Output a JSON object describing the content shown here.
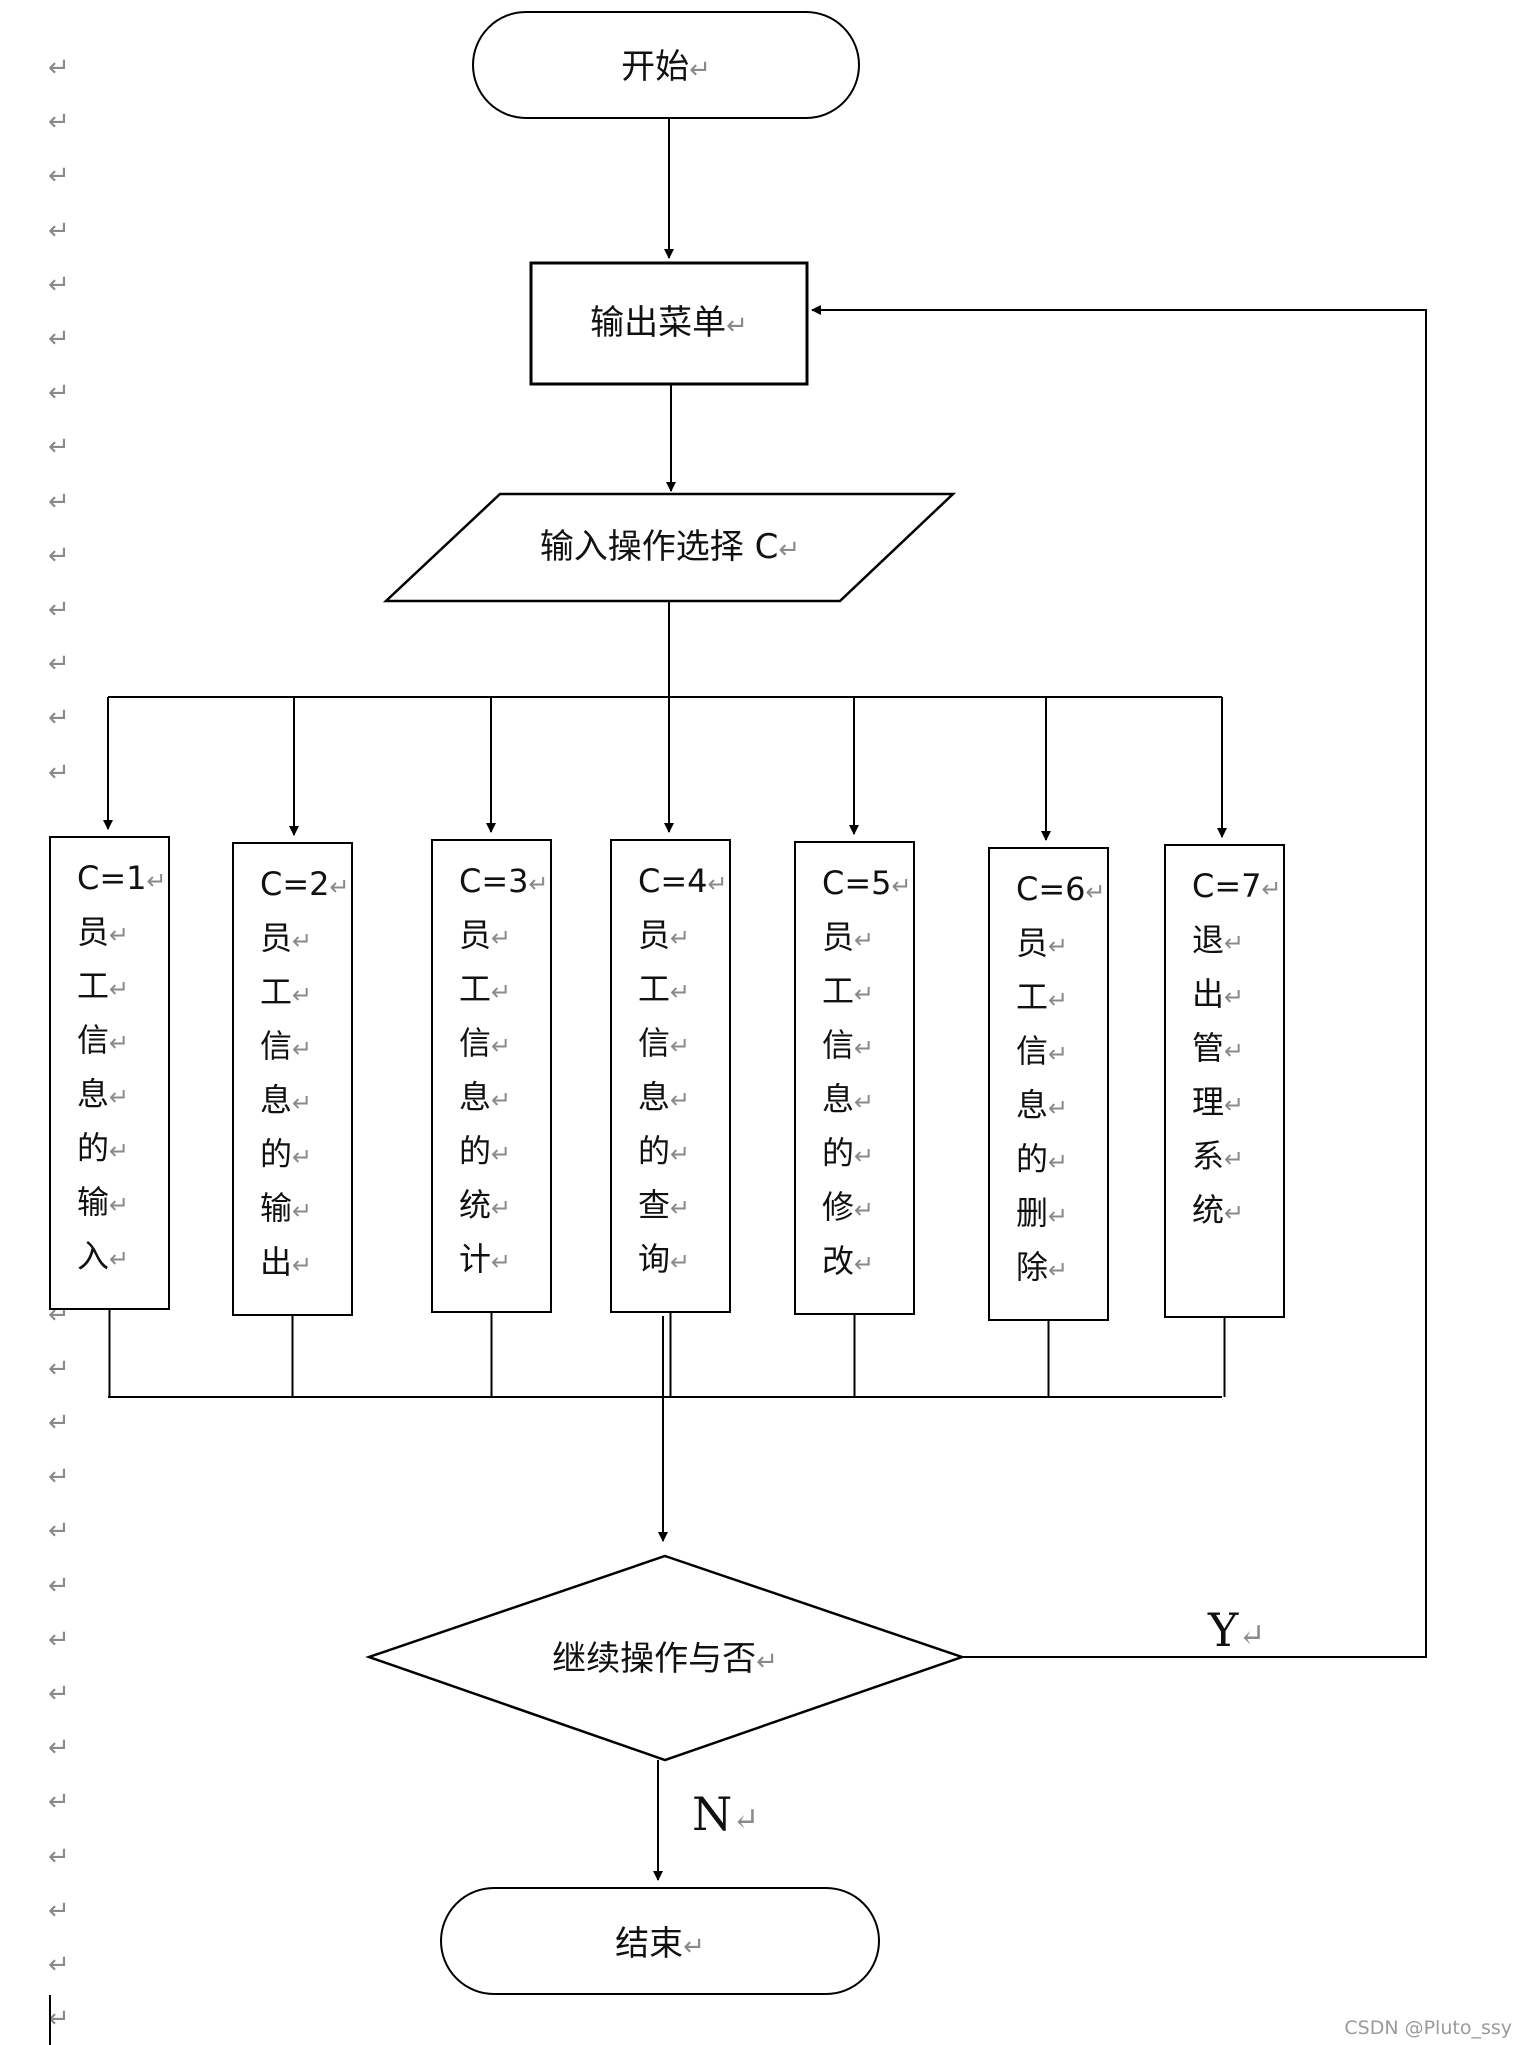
{
  "return_mark": "↵",
  "start": {
    "label": "开始"
  },
  "menu": {
    "label": "输出菜单"
  },
  "input": {
    "label": "输入操作选择 C"
  },
  "options": [
    {
      "cond": "C=1",
      "chars": [
        "员",
        "工",
        "信",
        "息",
        "的",
        "输",
        "入"
      ]
    },
    {
      "cond": "C=2",
      "chars": [
        "员",
        "工",
        "信",
        "息",
        "的",
        "输",
        "出"
      ]
    },
    {
      "cond": "C=3",
      "chars": [
        "员",
        "工",
        "信",
        "息",
        "的",
        "统",
        "计"
      ]
    },
    {
      "cond": "C=4",
      "chars": [
        "员",
        "工",
        "信",
        "息",
        "的",
        "查",
        "询"
      ]
    },
    {
      "cond": "C=5",
      "chars": [
        "员",
        "工",
        "信",
        "息",
        "的",
        "修",
        "改"
      ]
    },
    {
      "cond": "C=6",
      "chars": [
        "员",
        "工",
        "信",
        "息",
        "的",
        "删",
        "除"
      ]
    },
    {
      "cond": "C=7",
      "chars": [
        "退",
        "出",
        "管",
        "理",
        "系",
        "统"
      ]
    }
  ],
  "decision": {
    "label": "继续操作与否",
    "yes": "Y",
    "no": "N"
  },
  "end": {
    "label": "结束"
  },
  "watermark": "CSDN @Pluto_ssy"
}
